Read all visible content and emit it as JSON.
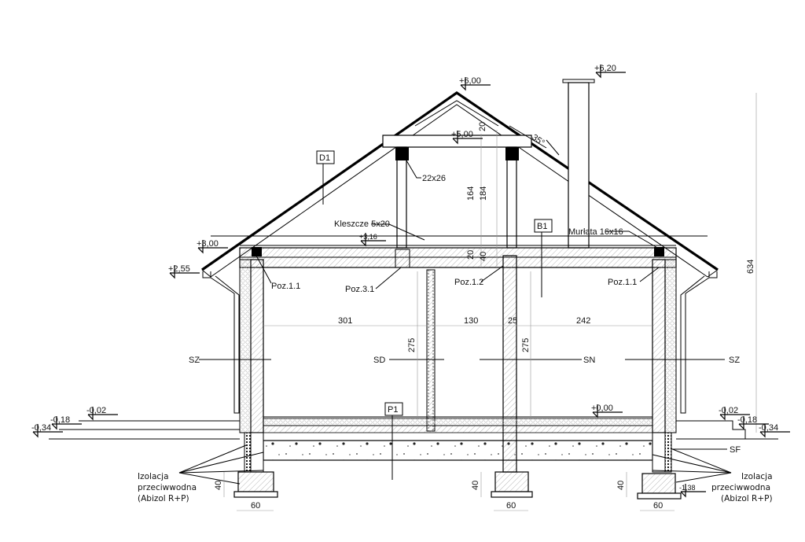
{
  "levels": {
    "ridge": "+6,00",
    "chimney": "+6,20",
    "collar": "+5,00",
    "eave_wall": "+3,00",
    "tie": "+3,16",
    "eave": "+2,55",
    "floor": "+0,00",
    "left_1": "-0,02",
    "left_2": "-0,18",
    "left_3": "-0,34",
    "right_1": "-0,02",
    "right_2": "-0,18",
    "right_3": "-0,34",
    "footing": "-1,38"
  },
  "angle": "35°",
  "labels": {
    "post_section": "22x26",
    "collar_tie": "Kleszcze 5x20",
    "wall_plate": "Murłata 16x16",
    "poz_left": "Poz.1.1",
    "poz_mid": "Poz.3.1",
    "poz_mid2": "Poz.1.2",
    "poz_right": "Poz.1.1",
    "sf": "SF",
    "sz_left": "SZ",
    "sd": "SD",
    "sn": "SN",
    "sz_right": "SZ",
    "insulation_left": [
      "Izolacja",
      "przeciwwodna",
      "(Abizol R+P)"
    ],
    "insulation_right": [
      "Izolacja",
      "przeciwwodna",
      "(Abizol R+P)"
    ]
  },
  "tags": {
    "d1": "D1",
    "b1": "B1",
    "p1": "P1"
  },
  "dimensions": {
    "total_height": "634",
    "d20_top": "20",
    "d164": "164",
    "d184": "184",
    "d20": "20",
    "d40": "40",
    "span1": "301",
    "span2": "130",
    "span3": "25",
    "span4": "242",
    "h275a": "275",
    "h275b": "275",
    "foot_h_left": "40",
    "foot_h_mid": "40",
    "foot_h_right": "40",
    "foot_w_left": "60",
    "foot_w_mid": "60",
    "foot_w_right": "60"
  }
}
